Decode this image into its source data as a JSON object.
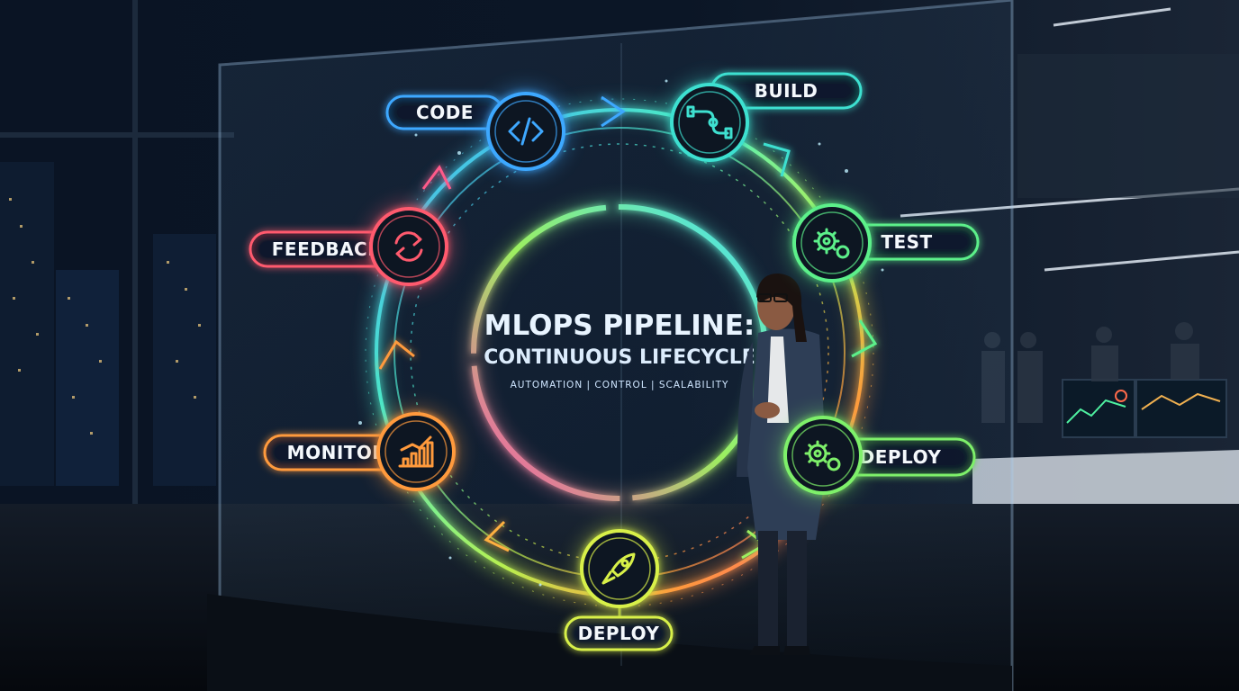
{
  "diagram": {
    "title_line1": "MLOPS PIPELINE:",
    "title_line2": "CONTINUOUS LIFECYCLE",
    "subtitle": "AUTOMATION | CONTROL | SCALABILITY",
    "stages": [
      {
        "label": "CODE",
        "icon": "code-icon",
        "color": "#3ea8ff"
      },
      {
        "label": "BUILD",
        "icon": "pipe-icon",
        "color": "#3ee0d0"
      },
      {
        "label": "TEST",
        "icon": "gears-icon",
        "color": "#5cf08a"
      },
      {
        "label": "DEPLOY",
        "icon": "gears-icon",
        "color": "#7ef06a"
      },
      {
        "label": "DEPLOY",
        "icon": "rocket-icon",
        "color": "#d8f048"
      },
      {
        "label": "MONITOR",
        "icon": "bar-chart-icon",
        "color": "#ff9a3c"
      },
      {
        "label": "FEEDBACK",
        "icon": "refresh-icon",
        "color": "#ff5a6e"
      }
    ]
  }
}
